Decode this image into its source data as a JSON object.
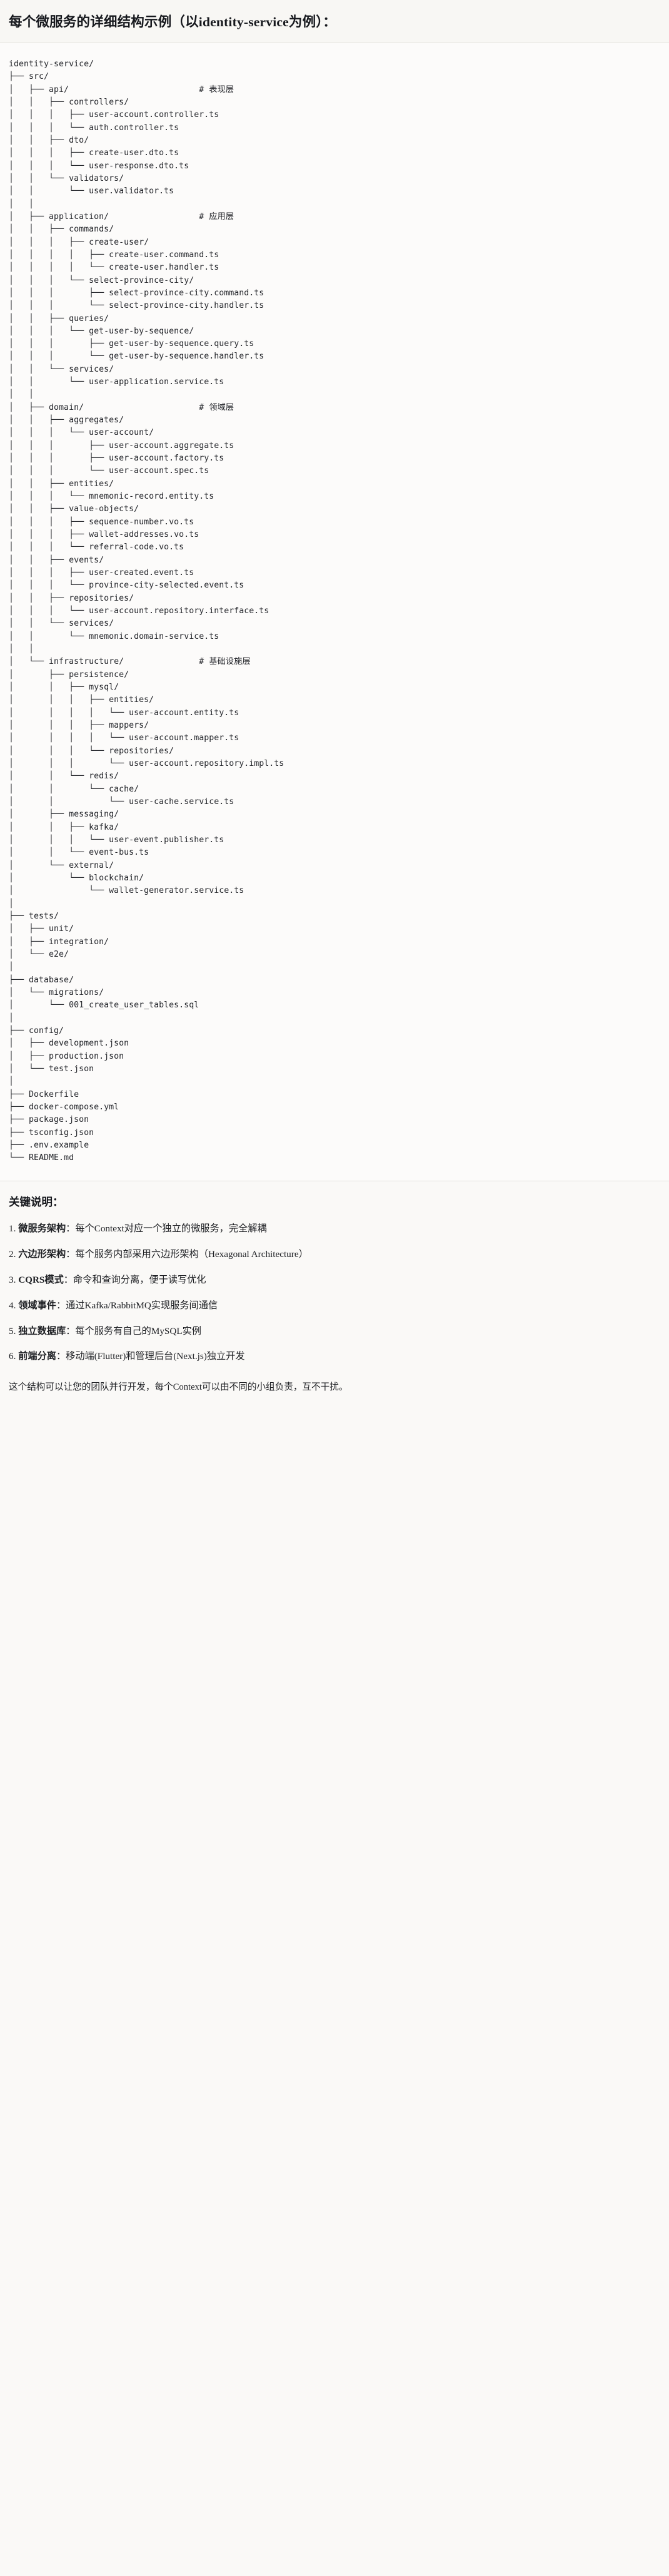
{
  "header": {
    "title": "每个微服务的详细结构示例（以identity-service为例）："
  },
  "tree": {
    "root": "identity-service/",
    "text": "identity-service/\n├── src/\n│   ├── api/                          # 表现层\n│   │   ├── controllers/\n│   │   │   ├── user-account.controller.ts\n│   │   │   └── auth.controller.ts\n│   │   ├── dto/\n│   │   │   ├── create-user.dto.ts\n│   │   │   └── user-response.dto.ts\n│   │   └── validators/\n│   │       └── user.validator.ts\n│   │\n│   ├── application/                  # 应用层\n│   │   ├── commands/\n│   │   │   ├── create-user/\n│   │   │   │   ├── create-user.command.ts\n│   │   │   │   └── create-user.handler.ts\n│   │   │   └── select-province-city/\n│   │   │       ├── select-province-city.command.ts\n│   │   │       └── select-province-city.handler.ts\n│   │   ├── queries/\n│   │   │   └── get-user-by-sequence/\n│   │   │       ├── get-user-by-sequence.query.ts\n│   │   │       └── get-user-by-sequence.handler.ts\n│   │   └── services/\n│   │       └── user-application.service.ts\n│   │\n│   ├── domain/                       # 领域层\n│   │   ├── aggregates/\n│   │   │   └── user-account/\n│   │   │       ├── user-account.aggregate.ts\n│   │   │       ├── user-account.factory.ts\n│   │   │       └── user-account.spec.ts\n│   │   ├── entities/\n│   │   │   └── mnemonic-record.entity.ts\n│   │   ├── value-objects/\n│   │   │   ├── sequence-number.vo.ts\n│   │   │   ├── wallet-addresses.vo.ts\n│   │   │   └── referral-code.vo.ts\n│   │   ├── events/\n│   │   │   ├── user-created.event.ts\n│   │   │   └── province-city-selected.event.ts\n│   │   ├── repositories/\n│   │   │   └── user-account.repository.interface.ts\n│   │   └── services/\n│   │       └── mnemonic.domain-service.ts\n│   │\n│   └── infrastructure/               # 基础设施层\n│       ├── persistence/\n│       │   ├── mysql/\n│       │   │   ├── entities/\n│       │   │   │   └── user-account.entity.ts\n│       │   │   ├── mappers/\n│       │   │   │   └── user-account.mapper.ts\n│       │   │   └── repositories/\n│       │   │       └── user-account.repository.impl.ts\n│       │   └── redis/\n│       │       └── cache/\n│       │           └── user-cache.service.ts\n│       ├── messaging/\n│       │   ├── kafka/\n│       │   │   └── user-event.publisher.ts\n│       │   └── event-bus.ts\n│       └── external/\n│           └── blockchain/\n│               └── wallet-generator.service.ts\n│\n├── tests/\n│   ├── unit/\n│   ├── integration/\n│   └── e2e/\n│\n├── database/\n│   └── migrations/\n│       └── 001_create_user_tables.sql\n│\n├── config/\n│   ├── development.json\n│   ├── production.json\n│   └── test.json\n│\n├── Dockerfile\n├── docker-compose.yml\n├── package.json\n├── tsconfig.json\n├── .env.example\n└── README.md"
  },
  "notes": {
    "heading": "关键说明：",
    "items": [
      {
        "num": "1.",
        "term": "微服务架构",
        "sep": "：",
        "desc": "每个Context对应一个独立的微服务，完全解耦"
      },
      {
        "num": "2.",
        "term": "六边形架构",
        "sep": "：",
        "desc": "每个服务内部采用六边形架构（Hexagonal Architecture）"
      },
      {
        "num": "3.",
        "term": "CQRS模式",
        "sep": "：",
        "desc": "命令和查询分离，便于读写优化"
      },
      {
        "num": "4.",
        "term": "领域事件",
        "sep": "：",
        "desc": "通过Kafka/RabbitMQ实现服务间通信"
      },
      {
        "num": "5.",
        "term": "独立数据库",
        "sep": "：",
        "desc": "每个服务有自己的MySQL实例"
      },
      {
        "num": "6.",
        "term": "前端分离",
        "sep": "：",
        "desc": "移动端(Flutter)和管理后台(Next.js)独立开发"
      }
    ],
    "closing": "这个结构可以让您的团队并行开发，每个Context可以由不同的小组负责，互不干扰。"
  },
  "layer_comments": [
    "# 表现层",
    "# 应用层",
    "# 领域层",
    "# 基础设施层"
  ]
}
